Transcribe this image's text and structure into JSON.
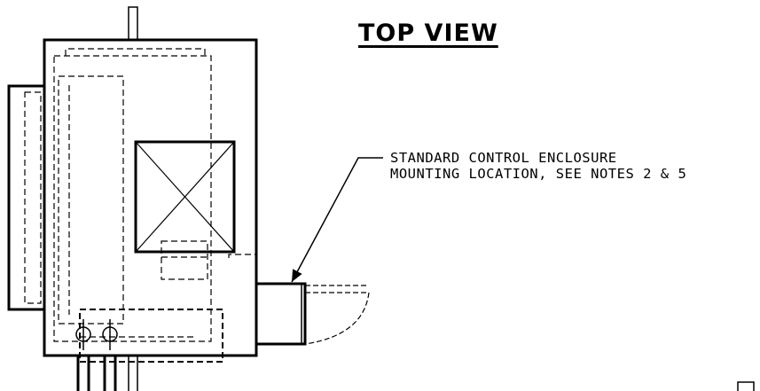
{
  "drawing": {
    "title": "TOP VIEW",
    "callout": {
      "line1": "STANDARD CONTROL ENCLOSURE",
      "line2": "MOUNTING LOCATION, SEE NOTES 2 & 5"
    }
  }
}
